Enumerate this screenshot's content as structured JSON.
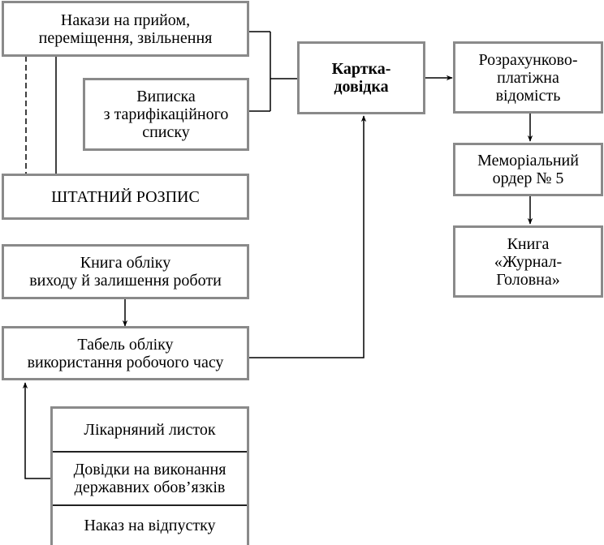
{
  "colors": {
    "box_border": "#8a8a8a",
    "line": "#000000",
    "text": "#000000"
  },
  "boxes": {
    "orders": "Накази на прийом,\nпереміщення, звільнення",
    "extract": "Виписка\nз тарифікаційного\nсписку",
    "staffing": "ШТАТНИЙ РОЗПИС",
    "card": "Картка-\nдовідка",
    "payroll": "Розрахунково-\nплатіжна\nвідомість",
    "memorial": "Меморіальний\nордер № 5",
    "journal": "Книга\n«Журнал-\nГоловна»",
    "attendance_book": "Книга обліку\nвиходу й залишення роботи",
    "timesheet": "Табель обліку\nвикористання робочого часу"
  },
  "documents": [
    "Лікарняний листок",
    "Довідки на виконання\nдержавних обов’язків",
    "Наказ на відпустку"
  ]
}
